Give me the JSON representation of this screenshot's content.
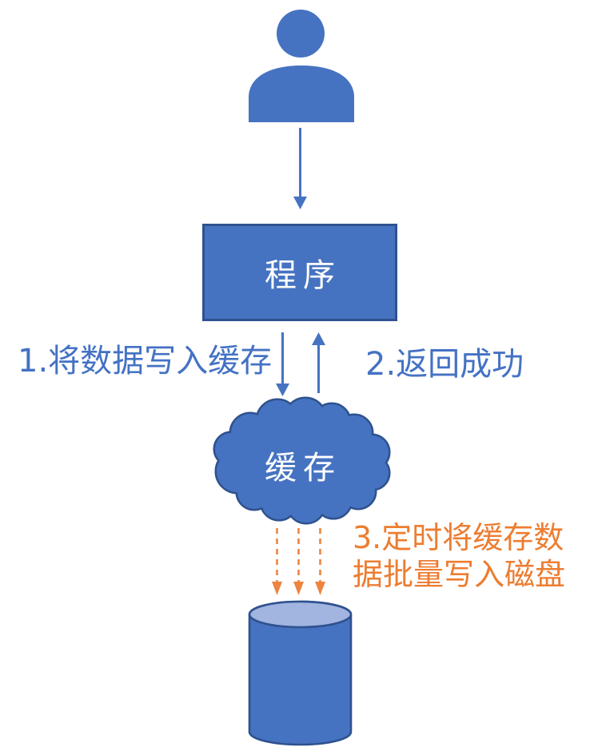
{
  "diagram_type": "flow-diagram",
  "colors": {
    "shape_fill": "#4673C1",
    "shape_border": "#2F528F",
    "cylinder_top_fill": "#A2B4E0",
    "blue_text": "#4472C4",
    "blue_arrow": "#4673C1",
    "orange": "#ED7D31",
    "background": "#FFFFFF"
  },
  "nodes": {
    "user": {
      "icon": "person-icon"
    },
    "program": {
      "label": "程序",
      "shape": "rectangle"
    },
    "cache": {
      "label": "缓存",
      "shape": "cloud"
    },
    "disk": {
      "shape": "cylinder"
    }
  },
  "edges": {
    "user_to_program": {
      "style": "solid-arrow-down"
    },
    "step1": {
      "label": "1.将数据写入缓存",
      "style": "solid-arrow-down"
    },
    "step2": {
      "label": "2.返回成功",
      "style": "solid-arrow-up"
    },
    "step3": {
      "label_line1": "3.定时将缓存数",
      "label_line2": "据批量写入磁盘",
      "style": "three-dashed-arrows-down"
    }
  }
}
